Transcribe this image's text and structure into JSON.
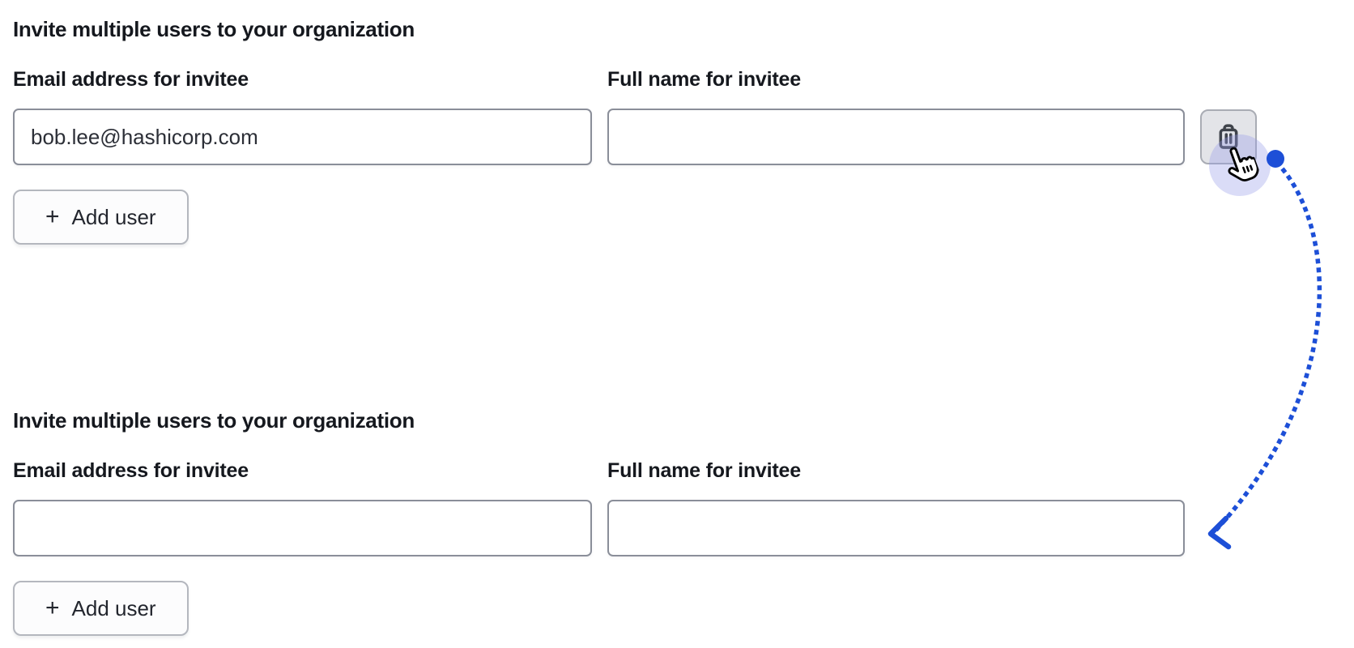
{
  "page": {
    "background": "#ffffff"
  },
  "sections": [
    {
      "heading": "Invite multiple users to your organization",
      "email_label": "Email address for invitee",
      "email_value": "bob.lee@hashicorp.com",
      "full_name_label": "Full name for invitee",
      "full_name_value": "",
      "add_user_icon": "+",
      "add_user_label": "Add user",
      "delete_button_icon": "trash-icon"
    },
    {
      "heading": "Invite multiple users to your organization",
      "email_label": "Email address for invitee",
      "email_value": "",
      "full_name_label": "Full name for invitee",
      "full_name_value": "",
      "add_user_icon": "+",
      "add_user_label": "Add user"
    }
  ],
  "annotation": {
    "dot_color": "#1d4fd7",
    "arrow_color": "#1d4fd7",
    "arrow_style": "dotted",
    "halo_color": "rgba(148,156,233,0.35)",
    "cursor": "hand-pointer"
  }
}
